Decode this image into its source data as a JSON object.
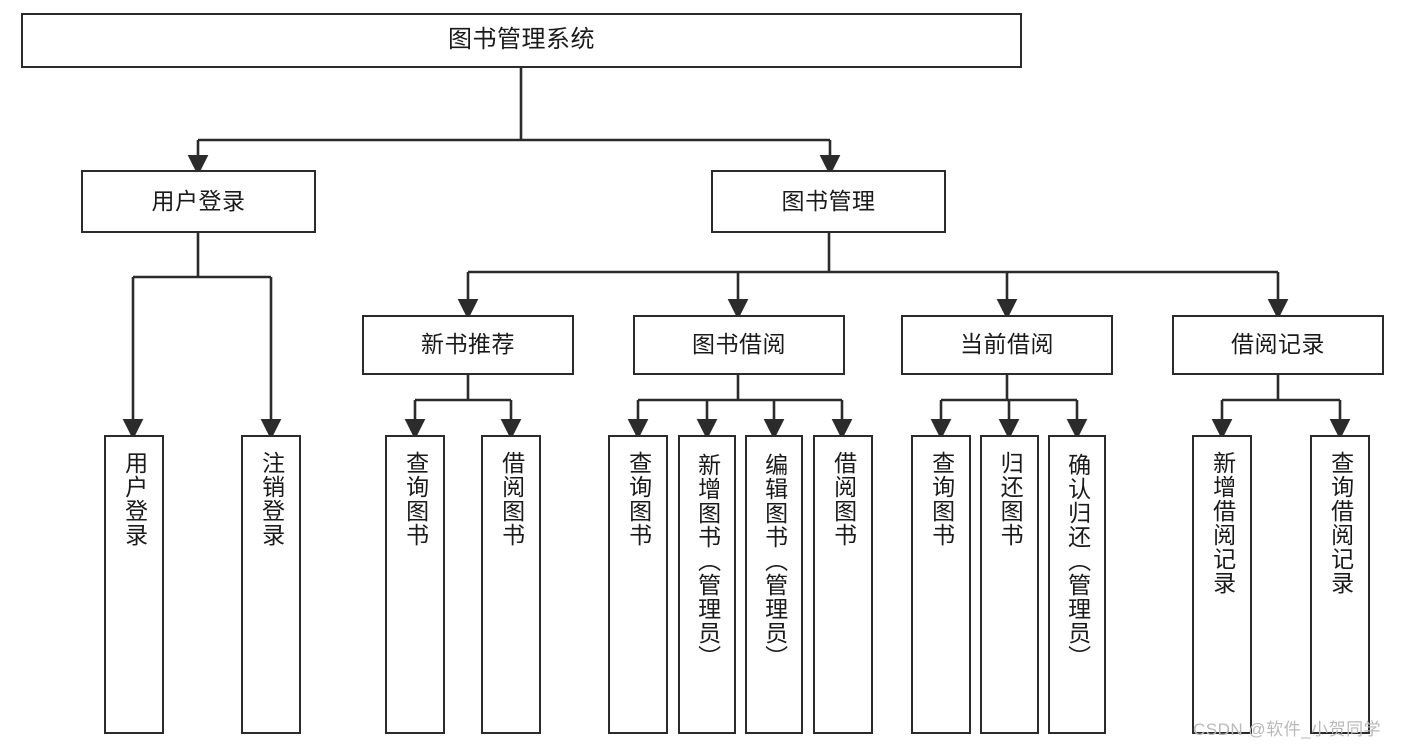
{
  "diagram": {
    "title_node": {
      "label": "图书管理系统"
    },
    "level2": [
      {
        "label": "用户登录"
      },
      {
        "label": "图书管理"
      }
    ],
    "level3": [
      {
        "label": "新书推荐"
      },
      {
        "label": "图书借阅"
      },
      {
        "label": "当前借阅"
      },
      {
        "label": "借阅记录"
      }
    ],
    "leaves": [
      {
        "label": "用户登录"
      },
      {
        "label": "注销登录"
      },
      {
        "label": "查询图书"
      },
      {
        "label": "借阅图书"
      },
      {
        "label": "查询图书"
      },
      {
        "label": "新增图书（管理员）"
      },
      {
        "label": "编辑图书（管理员）"
      },
      {
        "label": "借阅图书"
      },
      {
        "label": "查询图书"
      },
      {
        "label": "归还图书"
      },
      {
        "label": "确认归还（管理员）"
      },
      {
        "label": "新增借阅记录"
      },
      {
        "label": "查询借阅记录"
      }
    ]
  },
  "watermark": {
    "text": "CSDN @软件_小贺同学"
  },
  "colors": {
    "stroke": "#2b2b2b",
    "background": "#ffffff",
    "text": "#1a1a1a",
    "watermark": "#b9b9b9"
  }
}
